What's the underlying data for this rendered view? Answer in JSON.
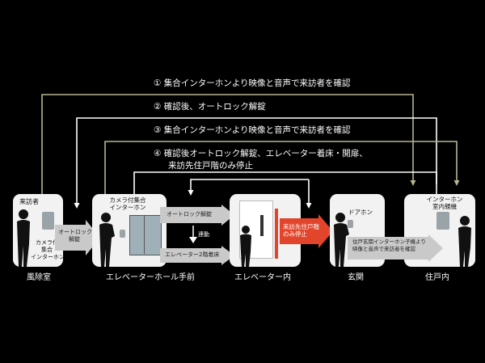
{
  "steps": [
    "① 集合インターホンより映像と音声で来訪者を確認",
    "② 確認後、オートロック解錠",
    "③ 集合インターホンより映像と音声で来訪者を確認",
    "④ 確認後オートロック解錠、エレベーター着床・開扉、",
    "来訪先住戸階のみ停止"
  ],
  "panels": {
    "windscreen": {
      "caption": "風除室",
      "visitor": "来訪者",
      "panel": "カメラ付\n集合\nインターホン"
    },
    "hall": {
      "caption": "エレベーターホール手前",
      "panel": "カメラ付集合\nインターホン"
    },
    "elevator": {
      "caption": "エレベーター内"
    },
    "entrance": {
      "caption": "玄関",
      "doorphone": "ドアホン"
    },
    "dwelling": {
      "caption": "住戸内",
      "monitor": "インターホン\n室内親機"
    }
  },
  "arrows": {
    "autolock1": "オートロック\n解錠",
    "autolock2": "オートロック解錠",
    "linked": "連動",
    "elev_floor": "エレベーター2階着床",
    "stop_only": "来訪先住戸階\nのみ停止",
    "entrance_msg": "住戸玄関インターホン子機より\n映像と音声で来訪者を確認"
  },
  "colors": {
    "background": "#000000",
    "panel": "#f2f2f2",
    "wire_olive": "#b7b691",
    "accent": "#e2452b",
    "arrow_gray": "#c9c9c9"
  }
}
